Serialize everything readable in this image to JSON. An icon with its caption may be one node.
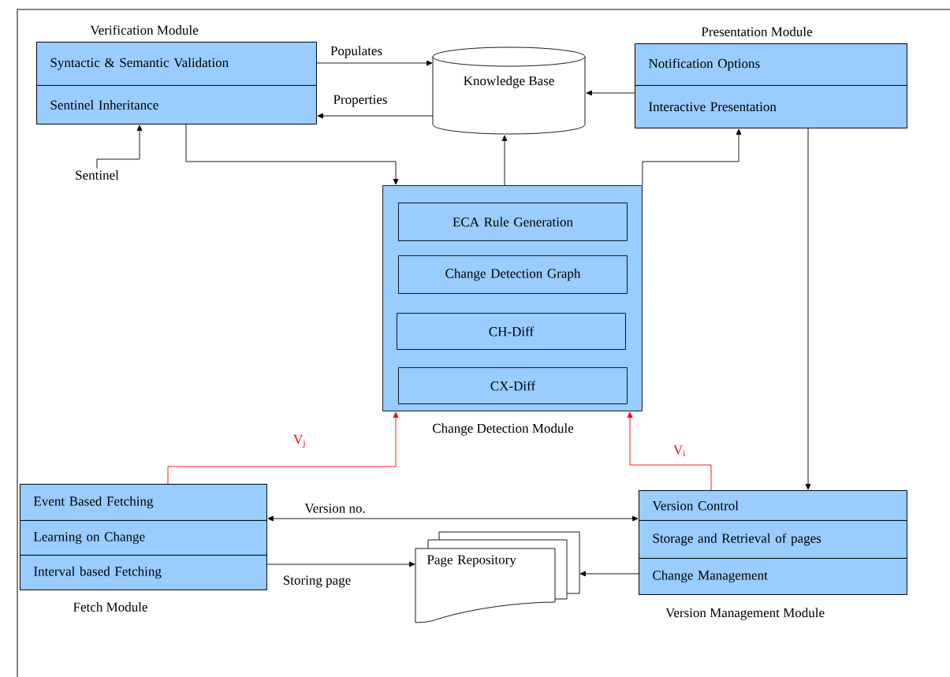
{
  "diagram": {
    "nodes": [
      {
        "text": [
          "Verification Module"
        ]
      },
      {
        "text": [
          "Syntactic & Semantic Validation"
        ],
        "in": 0
      },
      {
        "text": [
          "Sentinel Inheritance"
        ],
        "in": 0
      },
      {
        "text": [
          "Knowledge Base"
        ]
      },
      {
        "text": [
          "Presentation Module"
        ]
      },
      {
        "text": [
          "Notification Options"
        ],
        "in": 4
      },
      {
        "text": [
          "Interactive Presentation"
        ],
        "in": 4
      },
      {
        "text": [
          "Sentinel"
        ]
      },
      {
        "text": [
          "Change Detection Module"
        ]
      },
      {
        "text": [
          "ECA Rule Generation"
        ],
        "in": 8
      },
      {
        "text": [
          "Change Detection Graph"
        ],
        "in": 8
      },
      {
        "text": [
          "CH-Diff"
        ],
        "in": 8
      },
      {
        "text": [
          "CX-Diff"
        ],
        "in": 8
      },
      {
        "text": [
          "Fetch Module"
        ]
      },
      {
        "text": [
          "Event Based Fetching"
        ],
        "in": 13
      },
      {
        "text": [
          "Learning on Change"
        ],
        "in": 13
      },
      {
        "text": [
          "Interval based Fetching"
        ],
        "in": 13
      },
      {
        "text": [
          "Page Repository"
        ]
      },
      {
        "text": [
          "Version Management Module"
        ]
      },
      {
        "text": [
          "Version Control"
        ],
        "in": 18
      },
      {
        "text": [
          "Storage and Retrieval of pages"
        ],
        "in": 18
      },
      {
        "text": [
          "Change Management"
        ],
        "in": 18
      }
    ],
    "edges": [
      {
        "from": 1,
        "to": 3,
        "arrow": "to",
        "label": "Populates"
      },
      {
        "from": 3,
        "to": 2,
        "arrow": "to",
        "label": "Properties"
      },
      {
        "from": 6,
        "to": 3,
        "arrow": "to"
      },
      {
        "from": 7,
        "to": 2,
        "arrow": "to"
      },
      {
        "from": 0,
        "to": 8,
        "arrow": "to"
      },
      {
        "from": 8,
        "to": 3,
        "arrow": "to"
      },
      {
        "from": 8,
        "to": 4,
        "arrow": "to"
      },
      {
        "from": 4,
        "to": 18,
        "arrow": "to"
      },
      {
        "from": 13,
        "to": 8,
        "arrow": "to",
        "label": "V$_{j}$",
        "color": "#ff0000"
      },
      {
        "from": 18,
        "to": 8,
        "arrow": "to",
        "label": "V$_{i}$",
        "color": "#ff0000"
      },
      {
        "from": 13,
        "to": 18,
        "arrow": "both",
        "label": "Version no."
      },
      {
        "from": 16,
        "to": 17,
        "arrow": "to",
        "label": "Storing page"
      },
      {
        "from": 21,
        "to": 17,
        "arrow": "to"
      }
    ]
  }
}
